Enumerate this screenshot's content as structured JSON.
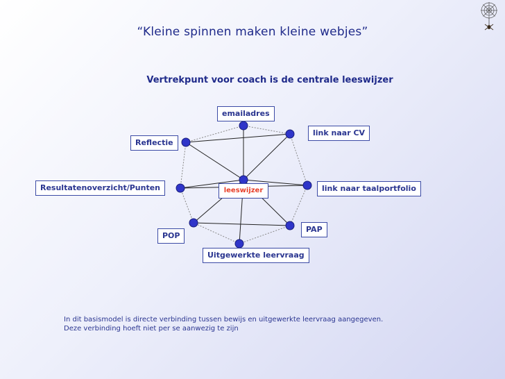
{
  "title": "“Kleine spinnen maken kleine webjes”",
  "subtitle": "Vertrekpunt voor coach is de centrale leeswijzer",
  "center": {
    "label": "leeswijzer",
    "color": "#e8402a"
  },
  "nodes": [
    {
      "id": "emailadres",
      "label": "emailadres"
    },
    {
      "id": "link-cv",
      "label": "link naar CV"
    },
    {
      "id": "link-taalportfolio",
      "label": "link naar taalportfolio"
    },
    {
      "id": "pap",
      "label": "PAP"
    },
    {
      "id": "uitgewerkte-leervraag",
      "label": "Uitgewerkte leervraag"
    },
    {
      "id": "pop",
      "label": "POP"
    },
    {
      "id": "resultatenoverzicht",
      "label": "Resultatenoverzicht/Punten"
    },
    {
      "id": "reflectie",
      "label": "Reflectie"
    }
  ],
  "footnote": {
    "line1": "In dit basismodel is directe verbinding tussen bewijs en uitgewerkte leervraag aangegeven.",
    "line2": "Deze verbinding hoeft niet per se aanwezig te zijn"
  },
  "colors": {
    "node_fill": "#2f35c9",
    "text": "#2a3590",
    "edge": "#222222",
    "ring": "#888888"
  },
  "decoration": {
    "corner_icon": "spider-icon"
  }
}
